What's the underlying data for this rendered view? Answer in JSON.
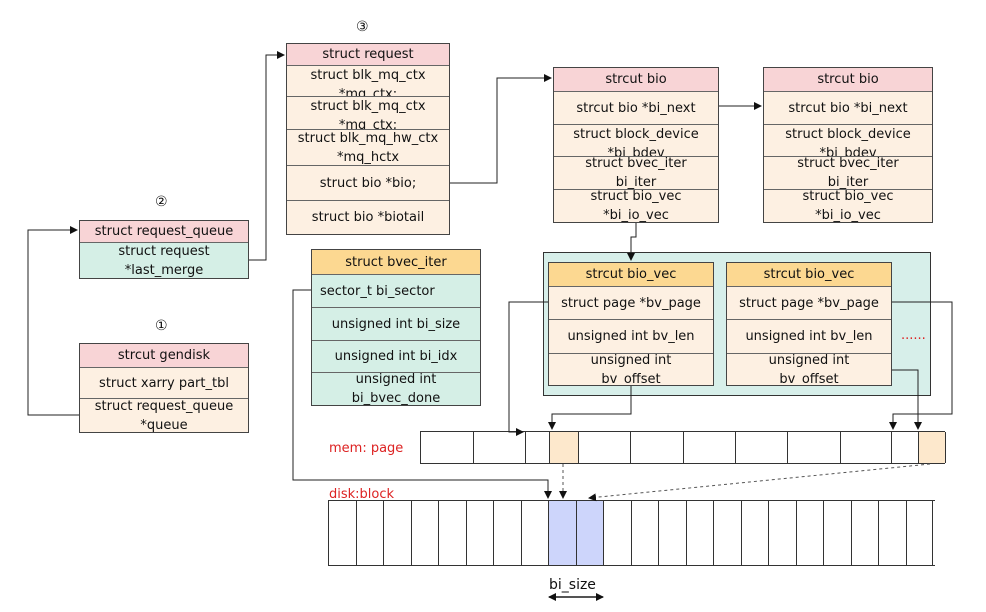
{
  "markers": {
    "m1": "①",
    "m2": "②",
    "m3": "③"
  },
  "request": {
    "header": "struct request",
    "fields": [
      "struct blk_mq_ctx\n*mq_ctx;",
      "struct blk_mq_ctx\n*mq_ctx;",
      "struct blk_mq_hw_ctx\n*mq_hctx",
      "struct bio *bio;",
      "struct bio *biotail"
    ]
  },
  "request_queue": {
    "header": "struct request_queue",
    "fields": [
      "struct request\n*last_merge"
    ]
  },
  "gendisk": {
    "header": "strcut gendisk",
    "fields": [
      "struct xarry part_tbl",
      "struct request_queue\n*queue"
    ]
  },
  "bio1": {
    "header": "strcut bio",
    "fields": [
      "strcut bio *bi_next",
      "struct block_device\n*bi_bdev",
      "struct bvec_iter\nbi_iter",
      "struct bio_vec\n*bi_io_vec"
    ]
  },
  "bio2": {
    "header": "strcut bio",
    "fields": [
      "strcut bio *bi_next",
      "struct block_device\n*bi_bdev",
      "struct bvec_iter\nbi_iter",
      "struct bio_vec\n*bi_io_vec"
    ]
  },
  "bvec_iter": {
    "header": "struct bvec_iter",
    "fields": [
      "sector_t        bi_sector",
      "unsigned int  bi_size",
      "unsigned int  bi_idx",
      "unsigned int\nbi_bvec_done"
    ]
  },
  "bio_vec1": {
    "header": "strcut bio_vec",
    "fields": [
      "struct page *bv_page",
      "unsigned int    bv_len",
      "unsigned int\nbv_offset"
    ]
  },
  "bio_vec2": {
    "header": "strcut bio_vec",
    "fields": [
      "struct page *bv_page",
      "unsigned int    bv_len",
      "unsigned int\nbv_offset"
    ]
  },
  "ellipsis": "......",
  "labels": {
    "mem_page": "mem: page",
    "disk_block": "disk:block",
    "bi_size": "bi_size"
  },
  "colors": {
    "header_pink": "#f8d4d6",
    "header_orange": "#fcd891",
    "body_cream": "#fdf0e2",
    "body_teal": "#d5efe6",
    "panel_teal": "#d7efea",
    "highlight_page": "#fde8cc",
    "highlight_block": "#cdd5fb",
    "label_red": "#dd2222"
  }
}
